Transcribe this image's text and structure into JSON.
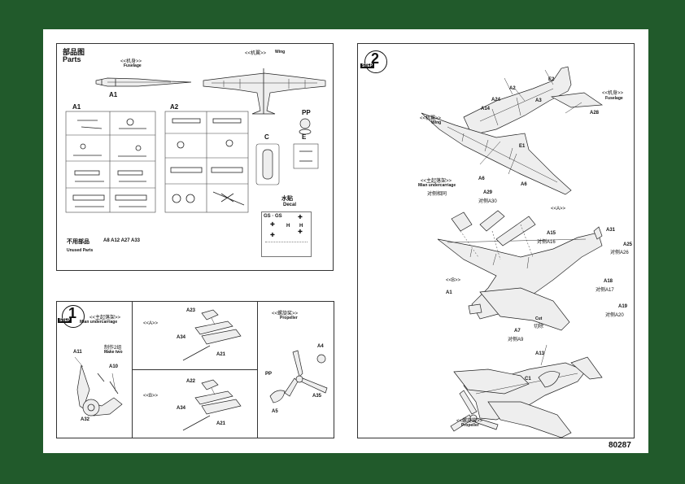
{
  "code": "80287",
  "parts": {
    "title_cn": "部品图",
    "title_en": "Parts",
    "fuselage_cn": "<<机身>>",
    "fuselage_en": "Fuselage",
    "wing_cn": "<<机翼>>",
    "wing_en": "Wing",
    "labels": {
      "a1_main": "A1",
      "a1": "A1",
      "a2": "A2",
      "c": "C",
      "e": "E",
      "pp": "PP"
    },
    "decal_cn": "水贴",
    "decal_en": "Decal",
    "decal_code": "GS · GS",
    "decal_h1": "H",
    "decal_h2": "H",
    "unused_cn": "不用部品",
    "unused_en": "Unused Parts",
    "unused_list": "A8 A12 A27 A33"
  },
  "step1": {
    "step_word": "STEP",
    "step_num": "1",
    "gear_cn": "<<主起落架>>",
    "gear_en": "Mian undercarriage",
    "make_cn": "制作2组",
    "make_en": "Make two",
    "a11": "A11",
    "a10": "A10",
    "a32": "A32",
    "sub_a": "<<A>>",
    "sub_b": "<<B>>",
    "a23": "A23",
    "a34a": "A34",
    "a21a": "A21",
    "a22": "A22",
    "a34b": "A34",
    "a21b": "A21",
    "prop_cn": "<<螺旋桨>>",
    "prop_en": "Propeller",
    "a4": "A4",
    "pp": "PP",
    "a35": "A35",
    "a5": "A5"
  },
  "step2": {
    "step_word": "STEP",
    "step_num": "2",
    "fuselage_cn": "<<机身>>",
    "fuselage_en": "Fuselage",
    "wing_cn": "<<机翼>>",
    "wing_en": "Wing",
    "e2": "E2",
    "a2": "A2",
    "a24": "A24",
    "a3": "A3",
    "a14": "A14",
    "a28": "A28",
    "e1": "E1",
    "a6a": "A6",
    "a6b": "A6",
    "gear_cn": "<<主起落架>>",
    "gear_en": "Mian undercarriage",
    "opp_cn": "对侧相同",
    "a29": "A29",
    "a30": "对侧A30",
    "sub_a": "<<A>>",
    "a31": "A31",
    "a15": "A15",
    "a16": "对侧A16",
    "a25": "A25",
    "a26": "对侧A26",
    "sub_b": "<<B>>",
    "a18": "A18",
    "a17": "对侧A17",
    "a1": "A1",
    "cut_en": "Cut",
    "cut_cn": "切除",
    "a19": "A19",
    "a20": "对侧A20",
    "a7": "A7",
    "a9": "对侧A9",
    "a13": "A13",
    "c1": "C1",
    "prop_cn": "<<螺旋桨>>",
    "prop_en": "Propeller"
  }
}
